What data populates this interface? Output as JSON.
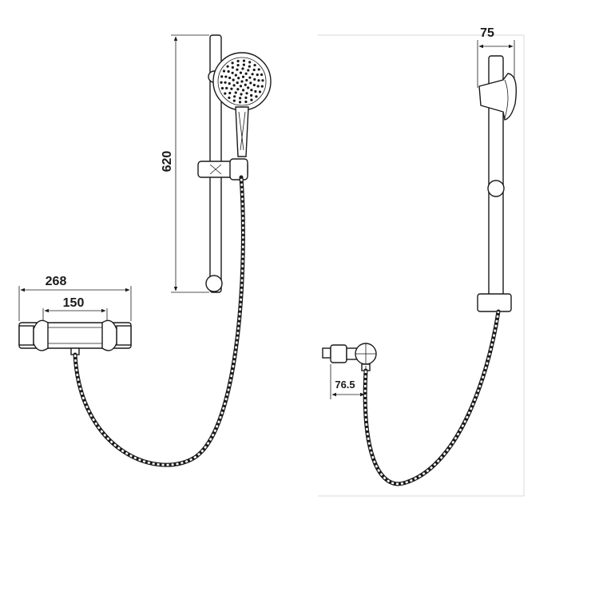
{
  "dimensions": {
    "rail_height": "620",
    "valve_width": "268",
    "valve_centres": "150",
    "rail_projection": "75",
    "valve_projection": "76.5"
  }
}
